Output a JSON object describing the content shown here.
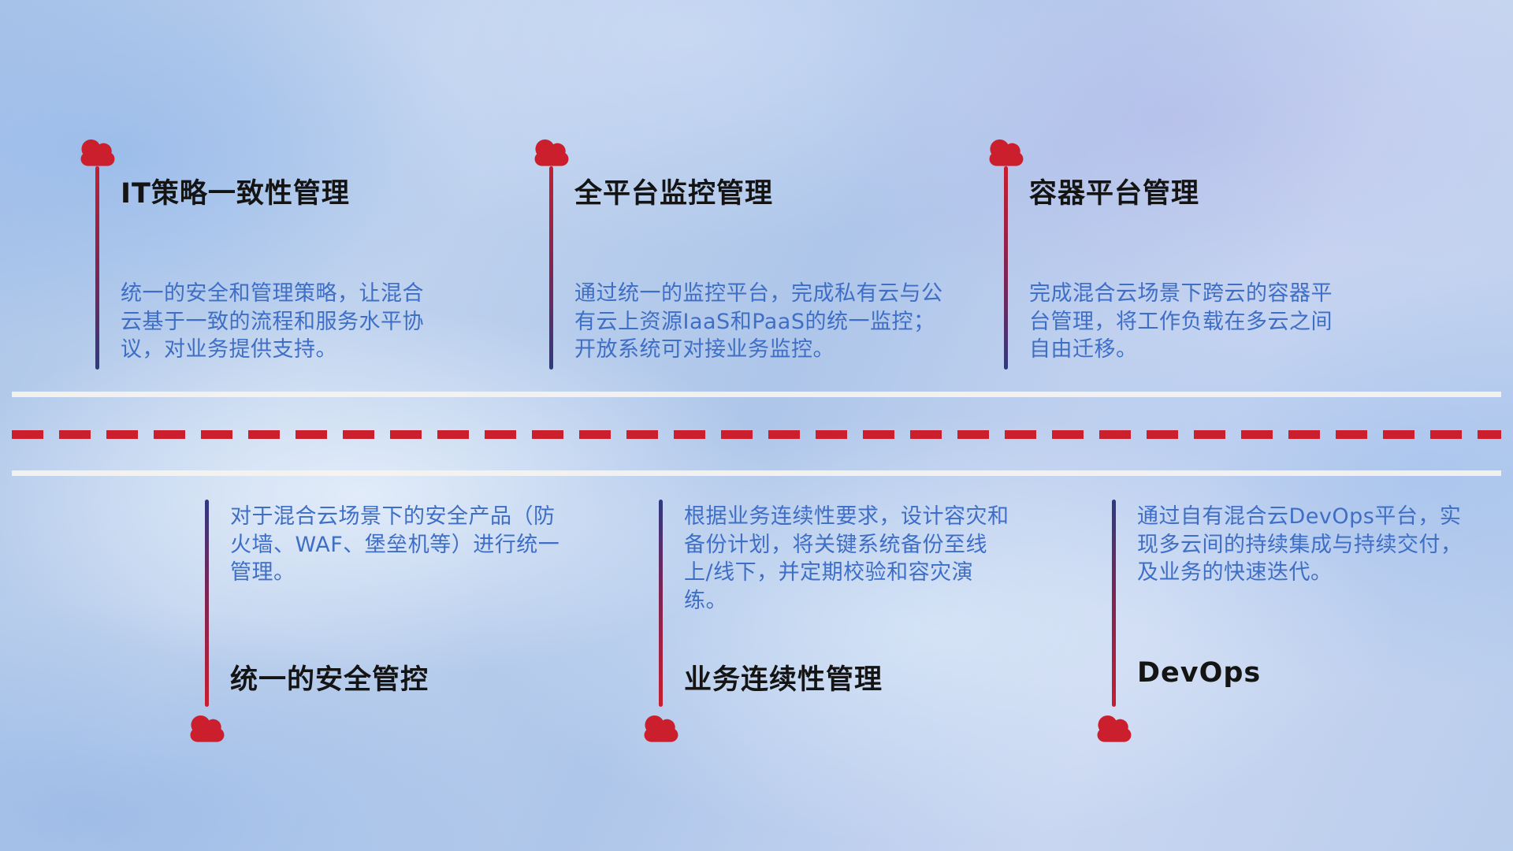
{
  "top_items": [
    {
      "title": "IT策略一致性管理",
      "description": "统一的安全和管理策略，让混合云基于一致的流程和服务水平协议，对业务提供支持。"
    },
    {
      "title": "全平台监控管理",
      "description": "通过统一的监控平台，完成私有云与公有云上资源IaaS和PaaS的统一监控；开放系统可对接业务监控。"
    },
    {
      "title": "容器平台管理",
      "description": "完成混合云场景下跨云的容器平台管理，将工作负载在多云之间自由迁移。"
    }
  ],
  "bottom_items": [
    {
      "title": "统一的安全管控",
      "description": "对于混合云场景下的安全产品（防火墙、WAF、堡垒机等）进行统一管理。"
    },
    {
      "title": "业务连续性管理",
      "description": "根据业务连续性要求，设计容灾和备份计划，将关键系统备份至线上/线下，并定期校验和容灾演练。"
    },
    {
      "title": "DevOps",
      "description": "通过自有混合云DevOps平台，实现多云间的持续集成与持续交付，及业务的快速迭代。"
    }
  ],
  "colors": {
    "accent_red": "#cb1f2e",
    "line_navy": "#2e3a80",
    "title_color": "#141414",
    "desc_color": "#3f6ec5",
    "road_white": "#f5f2ee"
  }
}
